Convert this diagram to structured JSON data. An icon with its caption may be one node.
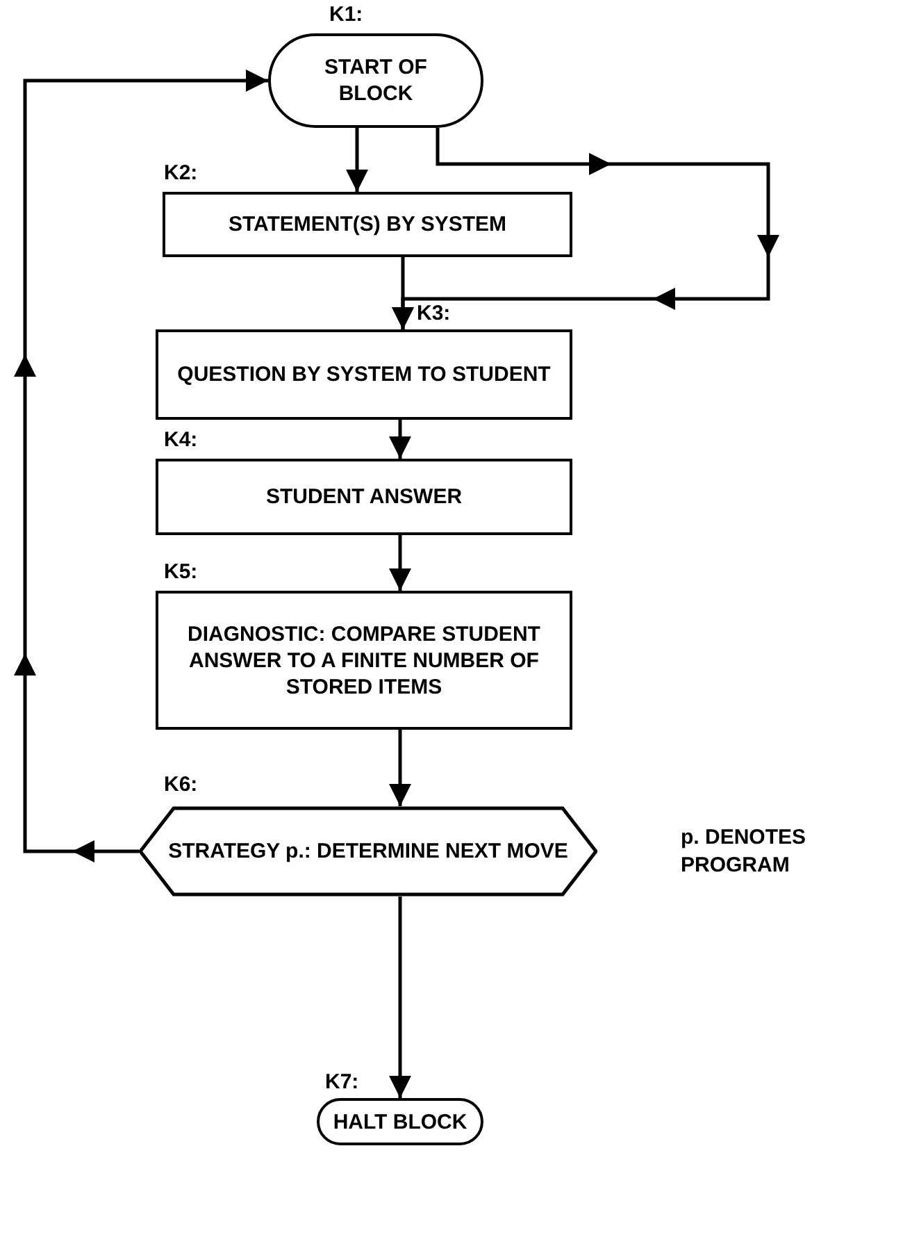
{
  "diagram": {
    "nodes": [
      {
        "text": [
          "START OF BLOCK"
        ],
        "beside": [
          "K1:"
        ]
      },
      {
        "text": [
          "STATEMENT(S) BY SYSTEM"
        ],
        "beside": [
          "K2:"
        ]
      },
      {
        "text": [
          "QUESTION BY SYSTEM TO STUDENT"
        ],
        "beside": [
          "K3:"
        ]
      },
      {
        "text": [
          "STUDENT ANSWER"
        ],
        "beside": [
          "K4:"
        ]
      },
      {
        "text": [
          "DIAGNOSTIC: COMPARE STUDENT ANSWER TO A FINITE NUMBER OF STORED ITEMS"
        ],
        "beside": [
          "K5:"
        ]
      },
      {
        "text": [
          "STRATEGY p.: DETERMINE NEXT MOVE"
        ],
        "beside": [
          "K6:"
        ]
      },
      {
        "text": [
          "HALT BLOCK"
        ],
        "beside": [
          "K7:"
        ]
      }
    ],
    "edges": [
      {
        "from": 0,
        "to": 1,
        "arrow": "to"
      },
      {
        "from": 0,
        "to": 2,
        "arrow": "to"
      },
      {
        "from": 1,
        "to": 2,
        "arrow": "to"
      },
      {
        "from": 2,
        "to": 3,
        "arrow": "to"
      },
      {
        "from": 3,
        "to": 4,
        "arrow": "to"
      },
      {
        "from": 4,
        "to": 5,
        "arrow": "to"
      },
      {
        "from": 5,
        "to": 6,
        "arrow": "to"
      },
      {
        "from": 5,
        "to": 0,
        "arrow": "to"
      }
    ],
    "labels": [
      "p. DENOTES PROGRAM"
    ]
  }
}
